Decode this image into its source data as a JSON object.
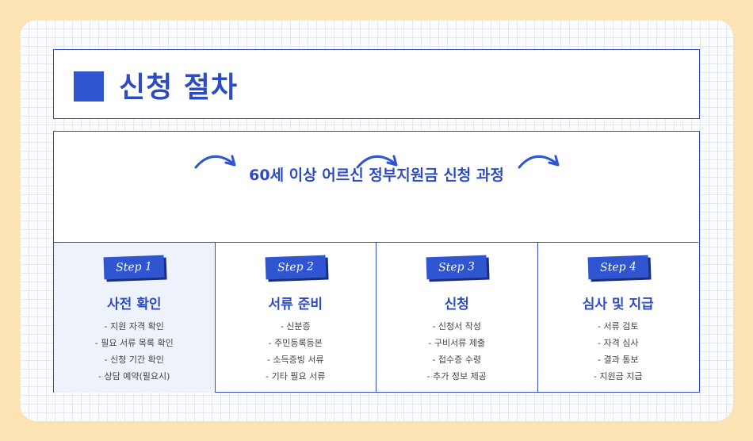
{
  "title": "신청 절차",
  "subtitle": "60세 이상 어르신 정부지원금 신청 과정",
  "steps": [
    {
      "tag": "Step 1",
      "title": "사전 확인",
      "items": [
        "- 지원 자격 확인",
        "- 필요 서류 목록 확인",
        "- 신청 기간 확인",
        "- 상담 예약(필요시)"
      ]
    },
    {
      "tag": "Step 2",
      "title": "서류 준비",
      "items": [
        "- 신분증",
        "- 주민등록등본",
        "- 소득증빙 서류",
        "- 기타 필요 서류"
      ]
    },
    {
      "tag": "Step 3",
      "title": "신청",
      "items": [
        "- 신청서 작성",
        "- 구비서류 제출",
        "- 접수증 수령",
        "- 추가 정보 제공"
      ]
    },
    {
      "tag": "Step 4",
      "title": "심사 및 지급",
      "items": [
        "- 서류 검토",
        "- 자격 심사",
        "- 결과 통보",
        "- 지원금 지급"
      ]
    }
  ],
  "colors": {
    "accent": "#2f55d0",
    "background": "#fbe3b3"
  }
}
